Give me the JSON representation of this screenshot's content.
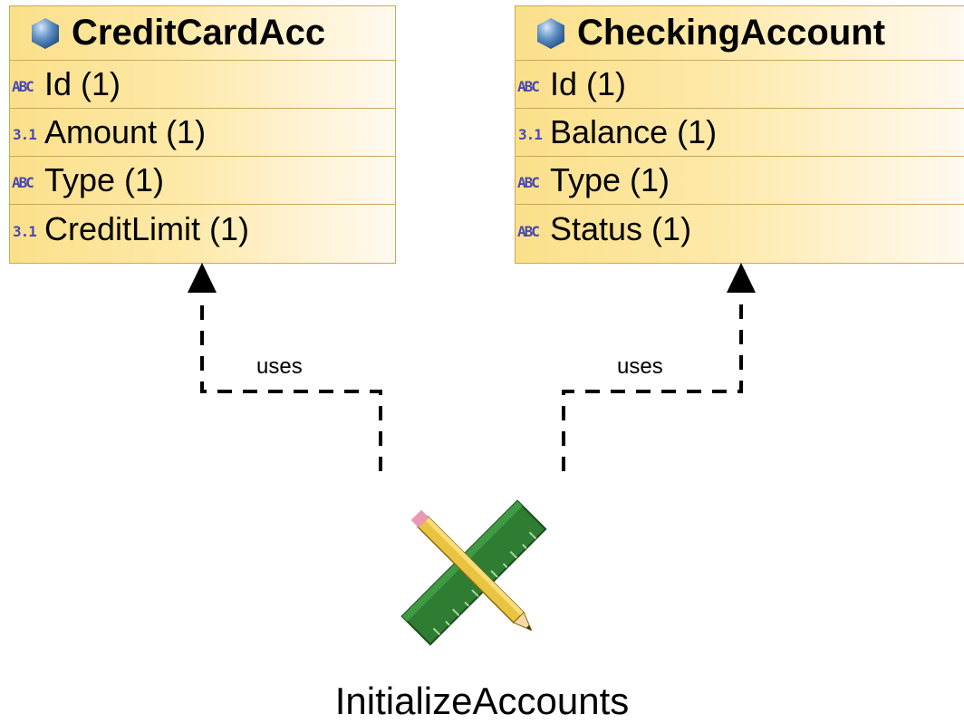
{
  "entities": {
    "left": {
      "title": "CreditCardAcc",
      "attributes": [
        {
          "label": "Id (1)",
          "type": "text"
        },
        {
          "label": "Amount (1)",
          "type": "number"
        },
        {
          "label": "Type (1)",
          "type": "text"
        },
        {
          "label": "CreditLimit (1)",
          "type": "number"
        }
      ]
    },
    "right": {
      "title": "CheckingAccount",
      "attributes": [
        {
          "label": "Id (1)",
          "type": "text"
        },
        {
          "label": "Balance (1)",
          "type": "number"
        },
        {
          "label": "Type (1)",
          "type": "text"
        },
        {
          "label": "Status (1)",
          "type": "text"
        }
      ]
    }
  },
  "relations": {
    "left_label": "uses",
    "right_label": "uses"
  },
  "process": {
    "label": "InitializeAccounts",
    "icon": "ruler-pencil-icon"
  },
  "colors": {
    "entity_fill": "#fbe08a",
    "entity_border": "#c9a75a",
    "type_icon": "#4a4ab0",
    "ruler": "#2e7d32",
    "pencil": "#e8c440"
  }
}
